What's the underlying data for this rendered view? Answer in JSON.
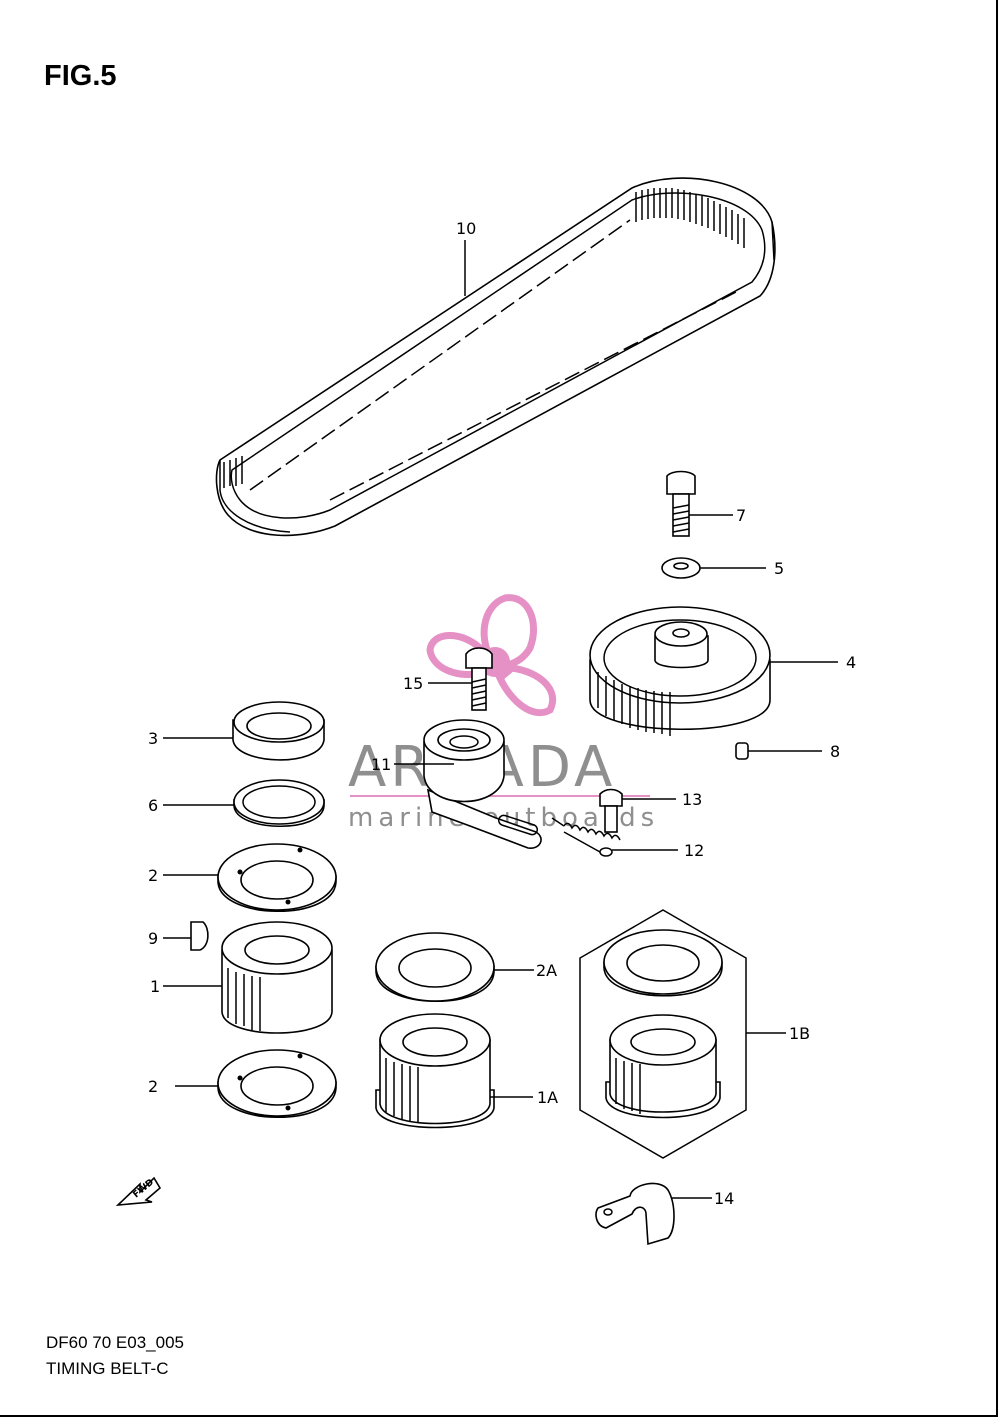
{
  "figure": {
    "title": "FIG.5",
    "code": "DF60 70 E03_005",
    "name": "TIMING BELT-C"
  },
  "watermark": {
    "brand": "ARMADA",
    "tagline": "marine outboards",
    "color": "#e58cc4"
  },
  "direction_arrow": {
    "label": "FWD"
  },
  "parts": [
    {
      "id": "p10",
      "label": "10"
    },
    {
      "id": "p7",
      "label": "7"
    },
    {
      "id": "p5",
      "label": "5"
    },
    {
      "id": "p4",
      "label": "4"
    },
    {
      "id": "p8",
      "label": "8"
    },
    {
      "id": "p15",
      "label": "15"
    },
    {
      "id": "p3",
      "label": "3"
    },
    {
      "id": "p11",
      "label": "11"
    },
    {
      "id": "p13",
      "label": "13"
    },
    {
      "id": "p6",
      "label": "6"
    },
    {
      "id": "p12",
      "label": "12"
    },
    {
      "id": "p2a",
      "label": "2"
    },
    {
      "id": "p9",
      "label": "9"
    },
    {
      "id": "p2A",
      "label": "2A"
    },
    {
      "id": "p1",
      "label": "1"
    },
    {
      "id": "p1B",
      "label": "1B"
    },
    {
      "id": "p2b",
      "label": "2"
    },
    {
      "id": "p1A",
      "label": "1A"
    },
    {
      "id": "p14",
      "label": "14"
    }
  ]
}
